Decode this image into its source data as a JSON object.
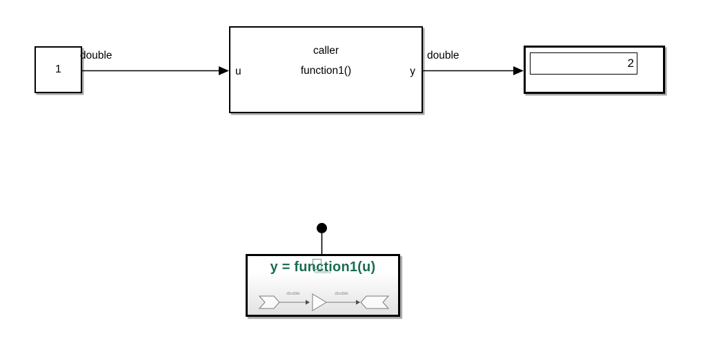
{
  "diagram": {
    "constant_block": {
      "value": "1"
    },
    "signal_to_caller": {
      "label": "double"
    },
    "caller_block": {
      "title_line1": "caller",
      "title_line2": "function1()",
      "input_port_label": "u",
      "output_port_label": "y"
    },
    "signal_to_display": {
      "label": "double"
    },
    "display_block": {
      "value": "2"
    },
    "function_block": {
      "title": "y = function1(u)",
      "trigger_port_label": "function1",
      "preview_signal1_label": "double",
      "preview_signal2_label": "double"
    }
  },
  "colors": {
    "function_title_green": "#1a6c53",
    "function_port_green": "#6aa189",
    "preview_gray": "#7a7a7a"
  },
  "icons": {
    "event_port": "filled-circle-on-stem",
    "signal_arrowhead": "filled-right-triangle",
    "arg_in": "notched-right-arrow-pentagon",
    "gain": "right-pointing-triangle",
    "arg_out": "left-pointed-notched-banner"
  }
}
